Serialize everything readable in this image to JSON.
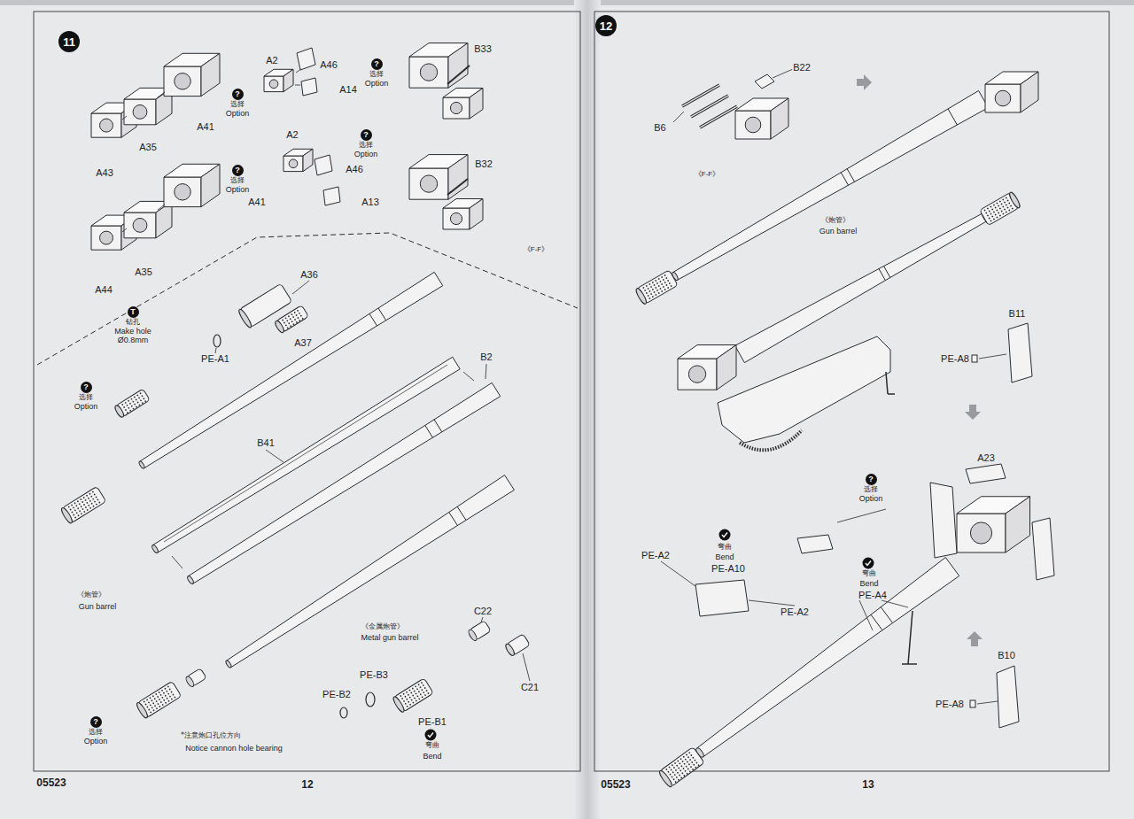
{
  "diagram": {
    "nodes": [
      {
        "text": [
          "11"
        ]
      },
      {
        "text": [
          "?",
          "选择",
          "Option"
        ]
      },
      {
        "text": [
          "?",
          "选择",
          "Option"
        ]
      },
      {
        "text": [
          "?",
          "选择",
          "Option"
        ]
      },
      {
        "text": [
          "?",
          "选择",
          "Option"
        ]
      },
      {
        "text": [
          "T",
          "钻孔",
          "Make hole",
          "Ø0.8mm"
        ]
      },
      {
        "text": [
          "?",
          "选择",
          "Option"
        ]
      },
      {
        "text": [
          "?",
          "选择",
          "Option"
        ]
      },
      {
        "text": [
          "12"
        ]
      },
      {
        "text": [
          "?",
          "选择",
          "Option"
        ]
      }
    ],
    "labels": [
      "A2",
      "A46",
      "A14",
      "B33",
      "A41",
      "A35",
      "A43",
      "A2",
      "A46",
      "A13",
      "B32",
      "A41",
      "A35",
      "A44",
      "《F-F》",
      "A36",
      "PE-A1",
      "A37",
      "B2",
      "B41",
      "《炮管》",
      "Gun barrel",
      "《金属炮管》",
      "Metal gun barrel",
      "C22",
      "C21",
      "PE-B3",
      "PE-B2",
      "PE-B1",
      "弯曲",
      "Bend",
      "*注意炮口孔位方向",
      "Notice cannon hole bearing",
      "05523",
      "12",
      "B22",
      "B6",
      "《F-F》",
      "《炮管》",
      "Gun barrel",
      "B11",
      "PE-A8",
      "A23",
      "弯曲",
      "Bend",
      "PE-A2",
      "PE-A10",
      "PE-A2",
      "弯曲",
      "Bend",
      "PE-A4",
      "B10",
      "PE-A8",
      "05523",
      "13"
    ]
  }
}
